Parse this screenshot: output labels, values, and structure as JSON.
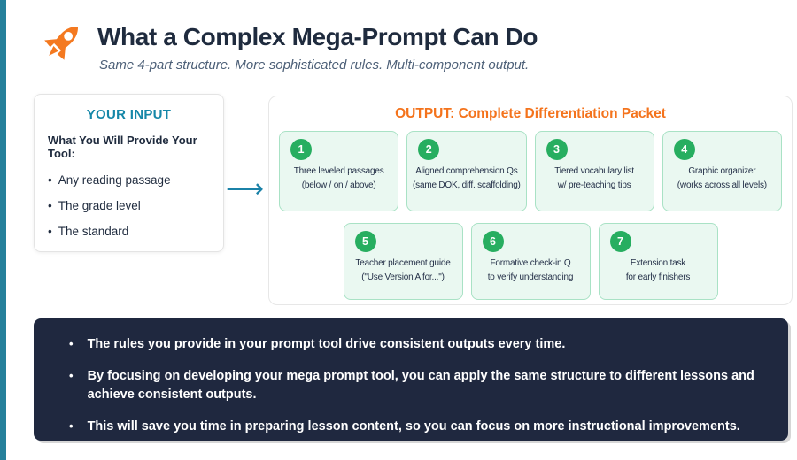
{
  "colors": {
    "side_bar_teal": "#26809B",
    "accent_teal": "#1587A8",
    "accent_orange": "#F4731C",
    "badge_green": "#27AE60",
    "card_mint_bg": "#EAF8F1",
    "card_border_green": "#A9E2C5",
    "title_navy": "#1F2B3E",
    "footer_navy": "#1F283F",
    "rocket_orange": "#F47920"
  },
  "header": {
    "icon": "rocket-icon",
    "title": "What a Complex Mega-Prompt Can Do",
    "subtitle": "Same 4-part structure. More sophisticated rules. Multi-component output."
  },
  "input_panel": {
    "heading": "YOUR INPUT",
    "subheading": "What You Will Provide Your Tool:",
    "items": [
      "Any reading passage",
      "The grade level",
      "The standard"
    ]
  },
  "flow_arrow": {
    "icon": "arrow-right-icon",
    "glyph": "⟶"
  },
  "output_panel": {
    "heading": "OUTPUT: Complete Differentiation Packet",
    "cards": [
      {
        "number": "1",
        "line1": "Three leveled passages",
        "line2": "(below / on / above)"
      },
      {
        "number": "2",
        "line1": "Aligned comprehension Qs",
        "line2": "(same DOK, diff. scaffolding)"
      },
      {
        "number": "3",
        "line1": "Tiered vocabulary list",
        "line2": "w/ pre-teaching tips"
      },
      {
        "number": "4",
        "line1": "Graphic organizer",
        "line2": "(works across all levels)"
      },
      {
        "number": "5",
        "line1": "Teacher placement guide",
        "line2": "(\"Use Version A for...\")"
      },
      {
        "number": "6",
        "line1": "Formative check-in Q",
        "line2": "to verify understanding"
      },
      {
        "number": "7",
        "line1": "Extension task",
        "line2": "for early finishers"
      }
    ]
  },
  "footer": {
    "bullets": [
      "The rules you provide in your prompt tool drive consistent outputs every time.",
      "By focusing on developing your mega prompt tool, you can apply the same structure to different lessons and achieve consistent outputs.",
      "This will save you time in preparing lesson content, so you can focus on more instructional improvements."
    ]
  }
}
